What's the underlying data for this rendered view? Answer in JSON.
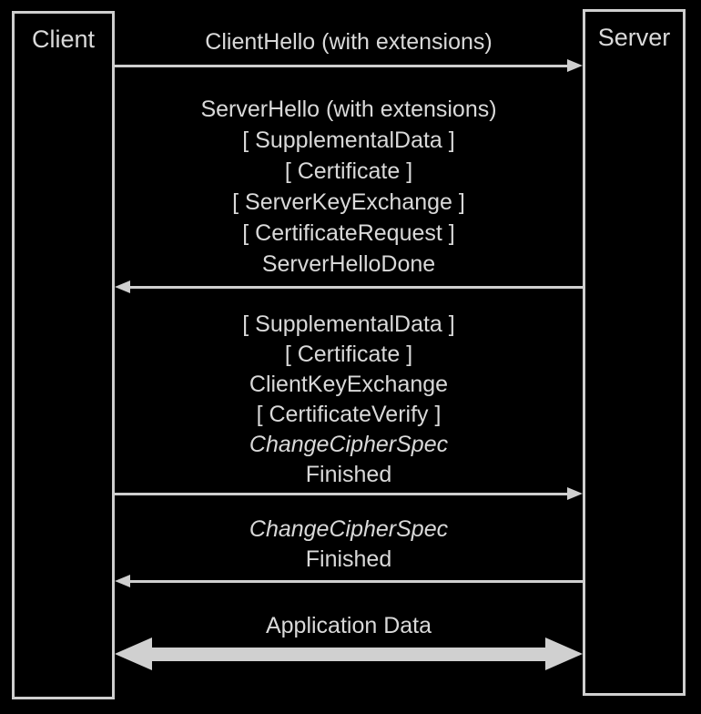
{
  "diagram_type": "sequence-diagram",
  "actors": {
    "client": {
      "label": "Client"
    },
    "server": {
      "label": "Server"
    }
  },
  "flows": [
    {
      "direction": "client-to-server",
      "lines": [
        {
          "text": "ClientHello (with extensions)",
          "italic": false
        }
      ]
    },
    {
      "direction": "server-to-client",
      "lines": [
        {
          "text": "ServerHello (with extensions)",
          "italic": false
        },
        {
          "text": "[ SupplementalData ]",
          "italic": false
        },
        {
          "text": "[ Certificate ]",
          "italic": false
        },
        {
          "text": "[ ServerKeyExchange ]",
          "italic": false
        },
        {
          "text": "[ CertificateRequest ]",
          "italic": false
        },
        {
          "text": "ServerHelloDone",
          "italic": false
        }
      ]
    },
    {
      "direction": "client-to-server",
      "lines": [
        {
          "text": "[ SupplementalData ]",
          "italic": false
        },
        {
          "text": "[ Certificate ]",
          "italic": false
        },
        {
          "text": "ClientKeyExchange",
          "italic": false
        },
        {
          "text": "[ CertificateVerify ]",
          "italic": false
        },
        {
          "text": "ChangeCipherSpec",
          "italic": true
        },
        {
          "text": "Finished",
          "italic": false
        }
      ]
    },
    {
      "direction": "server-to-client",
      "lines": [
        {
          "text": "ChangeCipherSpec",
          "italic": true
        },
        {
          "text": "Finished",
          "italic": false
        }
      ]
    },
    {
      "direction": "bidirectional",
      "lines": [
        {
          "text": "Application Data",
          "italic": false
        }
      ]
    }
  ],
  "colors": {
    "background": "#000000",
    "line": "#cfcfcf",
    "text": "#d9d9d9"
  }
}
